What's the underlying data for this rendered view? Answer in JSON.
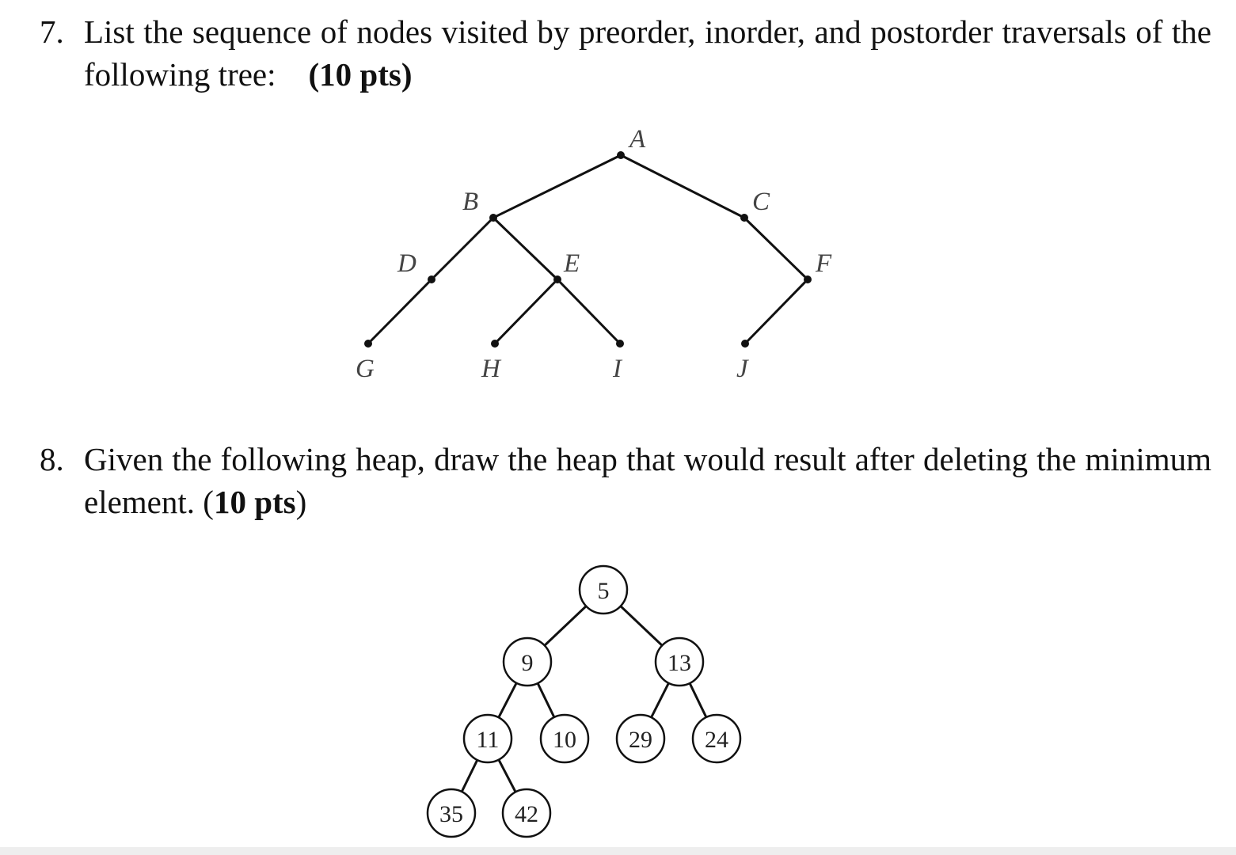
{
  "q7": {
    "number": "7.",
    "text": "List the sequence of nodes visited by preorder, inorder, and postorder traversals of the following tree:",
    "points": "(10 pts)"
  },
  "q8": {
    "number": "8.",
    "text": "Given the following heap, draw the heap that would result after deleting the minimum element.",
    "points_open": "(",
    "points_bold": "10 pts",
    "points_close": ")"
  },
  "tree": {
    "nodes": [
      "A",
      "B",
      "C",
      "D",
      "E",
      "F",
      "G",
      "H",
      "I",
      "J"
    ]
  },
  "heap": {
    "values": [
      "5",
      "9",
      "13",
      "11",
      "10",
      "29",
      "24",
      "35",
      "42"
    ]
  }
}
